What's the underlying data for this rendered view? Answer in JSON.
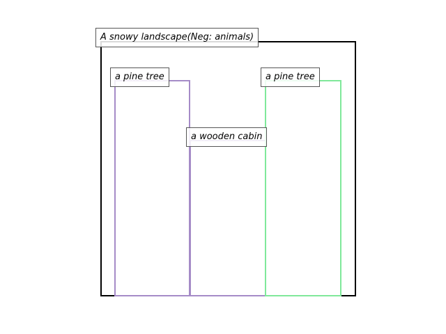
{
  "scene": {
    "caption": "A snowy landscape(Neg: animals)",
    "frame_color": "#000000"
  },
  "regions": [
    {
      "label": "a pine tree",
      "color": "#a58bc7"
    },
    {
      "label": "a pine tree",
      "color": "#7fe89a"
    },
    {
      "label": "a wooden cabin",
      "color": "#a58bc7"
    }
  ]
}
